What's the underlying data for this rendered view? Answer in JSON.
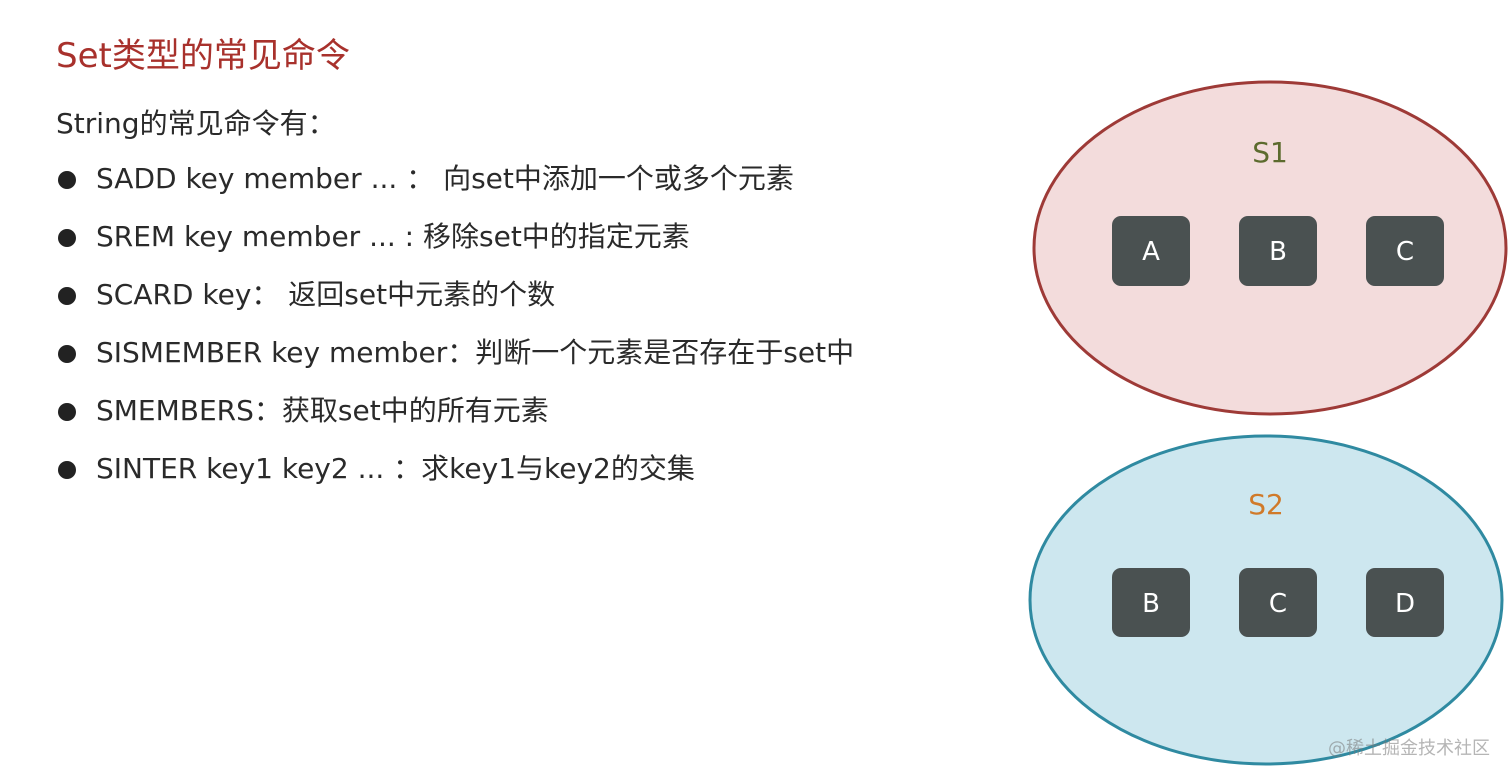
{
  "title": "Set类型的常见命令",
  "intro": "String的常见命令有：",
  "commands": [
    "SADD key member ... ： 向set中添加一个或多个元素",
    "SREM key member ... : 移除set中的指定元素",
    "SCARD key： 返回set中元素的个数",
    "SISMEMBER key member：判断一个元素是否存在于set中",
    "SMEMBERS：获取set中的所有元素",
    "SINTER key1 key2 ... ：求key1与key2的交集"
  ],
  "sets": [
    {
      "name": "S1",
      "label_color": "#5c6b2e",
      "fill": "#f3dcdc",
      "stroke": "#9e3a37",
      "elements": [
        "A",
        "B",
        "C"
      ]
    },
    {
      "name": "S2",
      "label_color": "#d07a2a",
      "fill": "#cde7ef",
      "stroke": "#2f8aa1",
      "elements": [
        "B",
        "C",
        "D"
      ]
    }
  ],
  "element_box_color": "#4a5151",
  "watermark": "@稀土掘金技术社区"
}
